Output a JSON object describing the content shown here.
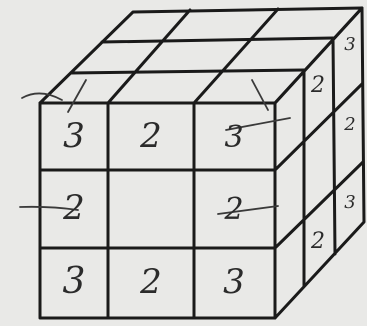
{
  "diagram": {
    "front_face": [
      [
        "3",
        "2",
        "3"
      ],
      [
        "2",
        "",
        "2"
      ],
      [
        "3",
        "2",
        "3"
      ]
    ],
    "right_face": [
      [
        "2",
        "3"
      ],
      [
        "",
        "2"
      ],
      [
        "2",
        "3"
      ]
    ],
    "top_face": [
      [
        "",
        "",
        ""
      ],
      [
        "",
        "",
        ""
      ],
      [
        "",
        "",
        ""
      ]
    ]
  },
  "colors": {
    "paper": "#e9e9e7",
    "ink": "#1a1a1a",
    "pencil": "#2b2b2b"
  }
}
